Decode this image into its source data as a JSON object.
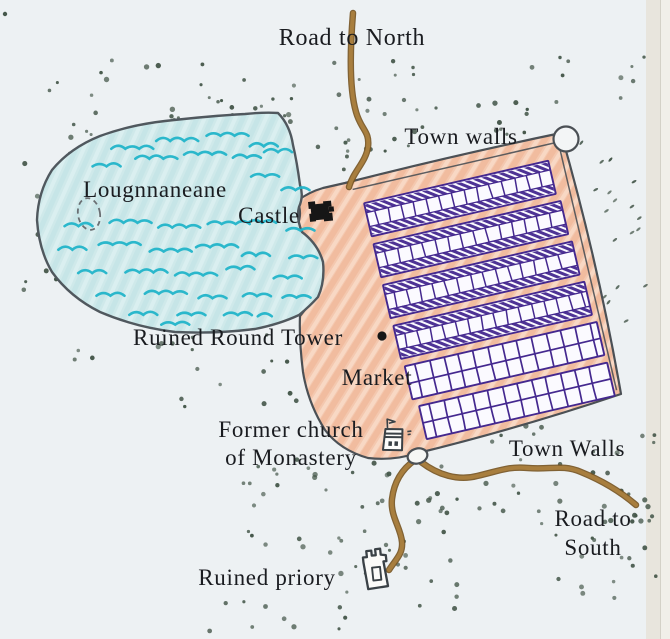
{
  "labels": {
    "road_north": "Road to North",
    "town_walls_top": "Town walls",
    "lough": "Lougnnaneane",
    "castle": "Castle",
    "round_tower": "Ruined Round Tower",
    "market": "Market",
    "church_line1": "Former church",
    "church_line2": "of Monastery",
    "town_walls_bottom": "Town Walls",
    "road_south_line1": "Road to",
    "road_south_line2": "South",
    "priory": "Ruined priory"
  },
  "icons": {
    "castle": "castle-icon",
    "round_tower": "round-tower-dot-icon",
    "monastery_church": "monastery-church-icon",
    "ruined_priory": "priory-icon",
    "wall_corner_tower": "wall-corner-tower-icon",
    "south_gate": "wall-gate-icon",
    "lake_island": "dashed-island-icon"
  },
  "colors": {
    "paper": "#edf1f3",
    "paper_edge": "#e8e5dd",
    "paper_edge_light": "#f1efe9",
    "paper_edge_line": "#cfccc2",
    "lake_fill": "#cfe9ea",
    "lake_streak": "#bfe2e4",
    "lake_streak_light": "#def2f2",
    "lake_outline": "#50585e",
    "wave": "#22b4c9",
    "town_fill": "#f4c8af",
    "town_streak": "#edaf90",
    "town_streak_light": "#f9dcc9",
    "plot_ink": "#44288f",
    "plot_fill": "#fbfaff",
    "wall_ink": "#4b5055",
    "road_fill": "#a87e3e",
    "road_edge": "#74521f",
    "vegetation_dot": "#46584b",
    "icon_ink": "#3a4146",
    "icon_black": "#161616",
    "ink": "#1a1c20"
  }
}
